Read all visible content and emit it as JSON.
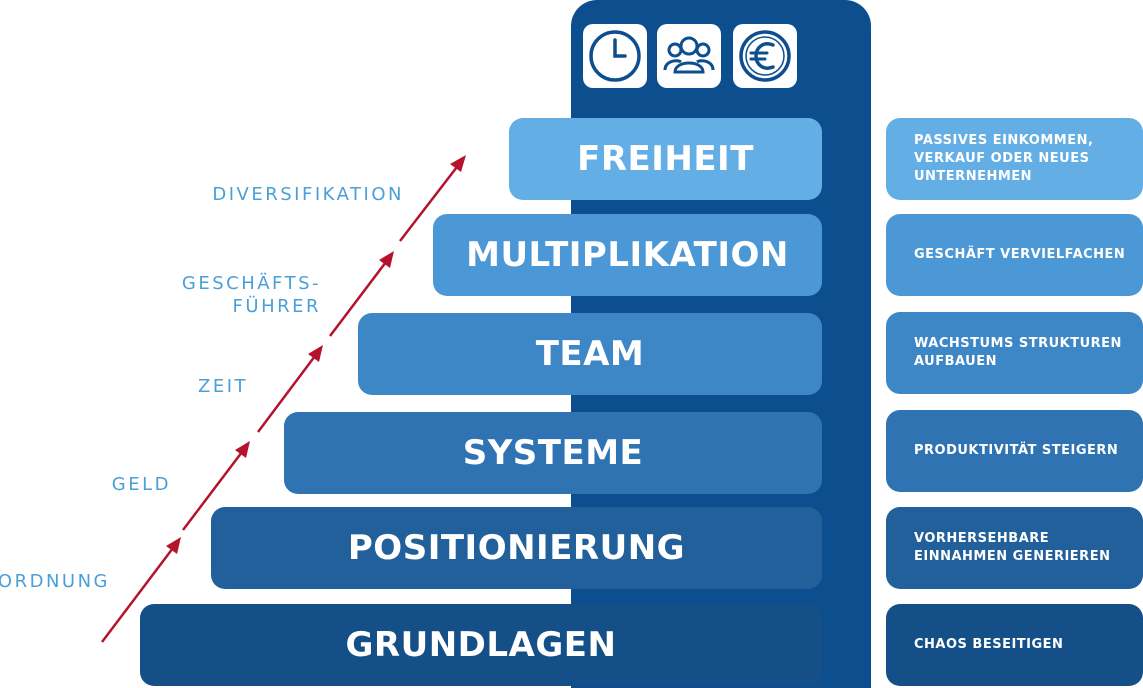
{
  "colors": {
    "tower": "#0d4f8e",
    "icon_stroke": "#0d4f8e",
    "arrow": "#b5132d",
    "label": "#4a9fd8",
    "steps": [
      "#64aee6",
      "#4c98d6",
      "#3e87c6",
      "#2f73b2",
      "#22609c",
      "#154f88"
    ]
  },
  "icons": [
    "clock-icon",
    "people-icon",
    "euro-icon"
  ],
  "steps": [
    {
      "title": "FREIHEIT",
      "description": "PASSIVES EINKOMMEN,\nVERKAUF ODER NEUES\nUNTERNEHMEN"
    },
    {
      "title": "MULTIPLIKATION",
      "description": "GESCHÄFT VERVIELFACHEN"
    },
    {
      "title": "TEAM",
      "description": "WACHSTUMS STRUKTUREN\nAUFBAUEN"
    },
    {
      "title": "SYSTEME",
      "description": "PRODUKTIVITÄT STEIGERN"
    },
    {
      "title": "POSITIONIERUNG",
      "description": "VORHERSEHBARE\nEINNAHMEN GENERIEREN"
    },
    {
      "title": "GRUNDLAGEN",
      "description": "CHAOS BESEITIGEN"
    }
  ],
  "side_labels": [
    "DIVERSIFIKATION",
    "GESCHÄFTS-\nFÜHRER",
    "ZEIT",
    "GELD",
    "ORDNUNG"
  ]
}
